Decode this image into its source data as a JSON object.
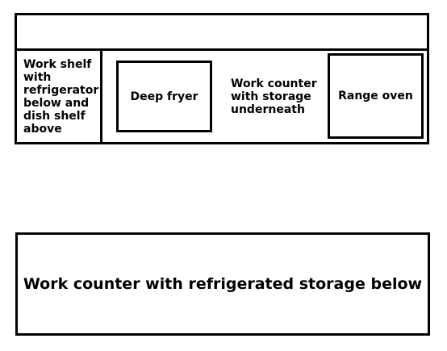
{
  "floor_plan": {
    "work_shelf": "Work shelf with refrigerator below and dish shelf above",
    "deep_fryer": "Deep fryer",
    "work_counter_storage": "Work counter with storage underneath",
    "range_oven": "Range oven",
    "refrigerated_counter": "Work counter with refrigerated storage below"
  }
}
